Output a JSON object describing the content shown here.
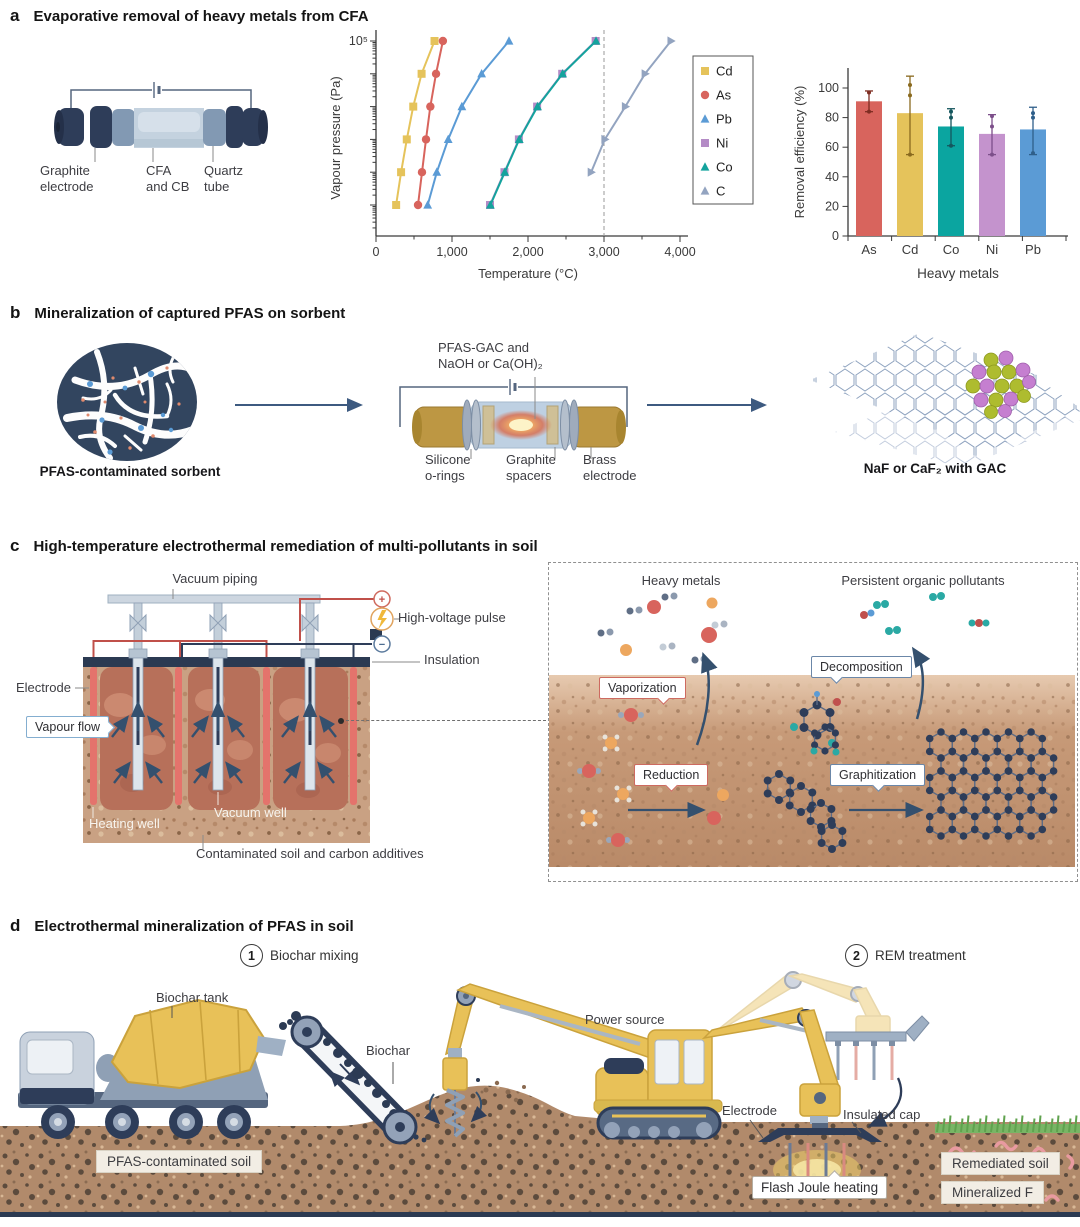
{
  "palette": {
    "navy": "#2e3d59",
    "steel": "#8fa0b5",
    "soil_c": "#c9a183",
    "soil_d": "#b18a6b",
    "hot_zone": "#b7705a",
    "electrode_red": "#e4736c",
    "brass": "#bd9743",
    "machine_yellow": "#e8c158",
    "grass": "#6fae5c",
    "worm": "#e89aa0",
    "arrow": "#34506e"
  },
  "panels": {
    "a": {
      "letter": "a",
      "title": "Evaporative removal of heavy metals from CFA",
      "tube_labels": {
        "graphite": "Graphite\nelectrode",
        "cfa": "CFA\nand CB",
        "quartz": "Quartz\ntube"
      }
    },
    "b": {
      "letter": "b",
      "title": "Mineralization of captured PFAS on sorbent",
      "sorbent_label": "PFAS-contaminated sorbent",
      "tube_top_label": "PFAS-GAC and\nNaOH or Ca(OH)₂",
      "silicone_label": "Silicone\no-rings",
      "spacers_label": "Graphite\nspacers",
      "brass_label": "Brass\nelectrode",
      "product_label": "NaF or CaF₂ with GAC"
    },
    "c": {
      "letter": "c",
      "title": "High-temperature electrothermal remediation of multi-pollutants in soil",
      "vac_piping": "Vacuum piping",
      "high_voltage": "High-voltage pulse",
      "insulation": "Insulation",
      "electrode": "Electrode",
      "vapour_flow": "Vapour flow",
      "heating_well": "Heating well",
      "vacuum_well": "Vacuum well",
      "contaminated": "Contaminated soil and carbon additives",
      "plus_sign": "+",
      "minus_sign": "−",
      "heavy_metals": "Heavy metals",
      "pop": "Persistent organic pollutants",
      "vaporization": "Vaporization",
      "decomposition": "Decomposition",
      "reduction": "Reduction",
      "graphitization": "Graphitization"
    },
    "d": {
      "letter": "d",
      "title": "Electrothermal mineralization of PFAS in soil",
      "step1_number": "1",
      "step1_label": "Biochar mixing",
      "step2_number": "2",
      "step2_label": "REM treatment",
      "biochar_tank": "Biochar tank",
      "biochar": "Biochar",
      "power_source": "Power source",
      "electrode": "Electrode",
      "insulated_cap": "Insulated cap",
      "flash_joule": "Flash Joule heating",
      "pfas_soil": "PFAS-contaminated soil",
      "remediated_soil": "Remediated soil",
      "mineralized_f": "Mineralized F"
    }
  },
  "chart_data": [
    {
      "id": "vapour-pressure-chart",
      "type": "line",
      "xlabel": "Temperature (°C)",
      "ylabel": "Vapour pressure (Pa)",
      "y_top_tick": "10⁵",
      "y_scale_note": "log scale, decades 10⁰–10⁵ Pa; y values below are decade indices",
      "xlim": [
        0,
        4000
      ],
      "xticks": [
        0,
        1000,
        2000,
        3000,
        4000
      ],
      "xtick_labels": [
        "0",
        "1,000",
        "2,000",
        "3,000",
        "4,000"
      ],
      "dashed_line_x": 3000,
      "legend_position": "right",
      "series": [
        {
          "name": "Cd",
          "marker": "square",
          "color": "#e5c35b",
          "points": [
            [
              265,
              0
            ],
            [
              330,
              1
            ],
            [
              405,
              2
            ],
            [
              490,
              3
            ],
            [
              600,
              4
            ],
            [
              770,
              5
            ]
          ]
        },
        {
          "name": "As",
          "marker": "circle",
          "color": "#d8645d",
          "points": [
            [
              553,
              0
            ],
            [
              605,
              1
            ],
            [
              658,
              2
            ],
            [
              715,
              3
            ],
            [
              790,
              4
            ],
            [
              880,
              5
            ]
          ]
        },
        {
          "name": "Pb",
          "marker": "triangle",
          "color": "#5b9bd5",
          "points": [
            [
              680,
              0
            ],
            [
              800,
              1
            ],
            [
              950,
              2
            ],
            [
              1130,
              3
            ],
            [
              1390,
              4
            ],
            [
              1750,
              5
            ]
          ]
        },
        {
          "name": "Ni",
          "marker": "square",
          "color": "#b48bc6",
          "points": [
            [
              1500,
              0
            ],
            [
              1690,
              1
            ],
            [
              1880,
              2
            ],
            [
              2120,
              3
            ],
            [
              2450,
              4
            ],
            [
              2890,
              5
            ]
          ]
        },
        {
          "name": "Co",
          "marker": "triangle",
          "color": "#14a39d",
          "points": [
            [
              1505,
              0
            ],
            [
              1695,
              1
            ],
            [
              1885,
              2
            ],
            [
              2125,
              3
            ],
            [
              2455,
              4
            ],
            [
              2895,
              5
            ]
          ]
        },
        {
          "name": "C",
          "marker": "triangle-right",
          "legend_marker": "triangle",
          "color": "#93a4c0",
          "points": [
            [
              2830,
              1
            ],
            [
              3010,
              2
            ],
            [
              3280,
              3
            ],
            [
              3540,
              4
            ],
            [
              3880,
              5
            ]
          ]
        }
      ]
    },
    {
      "id": "removal-efficiency-chart",
      "type": "bar",
      "categories": [
        "As",
        "Cd",
        "Co",
        "Ni",
        "Pb"
      ],
      "values": [
        91,
        83,
        74,
        69,
        72
      ],
      "error_low": [
        84,
        55,
        61,
        55,
        55
      ],
      "error_high": [
        98,
        108,
        86,
        82,
        87
      ],
      "scatter_points": [
        [
          84,
          97
        ],
        [
          55,
          95,
          102
        ],
        [
          61,
          80,
          84
        ],
        [
          55,
          74,
          81
        ],
        [
          56,
          80,
          83
        ]
      ],
      "colors": [
        "#d8645d",
        "#e5c35b",
        "#0ba5a0",
        "#c493cd",
        "#5b9bd5"
      ],
      "error_colors": [
        "#7e2d22",
        "#8a6a1f",
        "#15575e",
        "#7c4f8a",
        "#2f5f8a"
      ],
      "ylabel": "Removal efficiency (%)",
      "xlabel": "Heavy metals",
      "ylim": [
        0,
        100
      ],
      "yticks": [
        0,
        20,
        40,
        60,
        80,
        100
      ]
    }
  ]
}
